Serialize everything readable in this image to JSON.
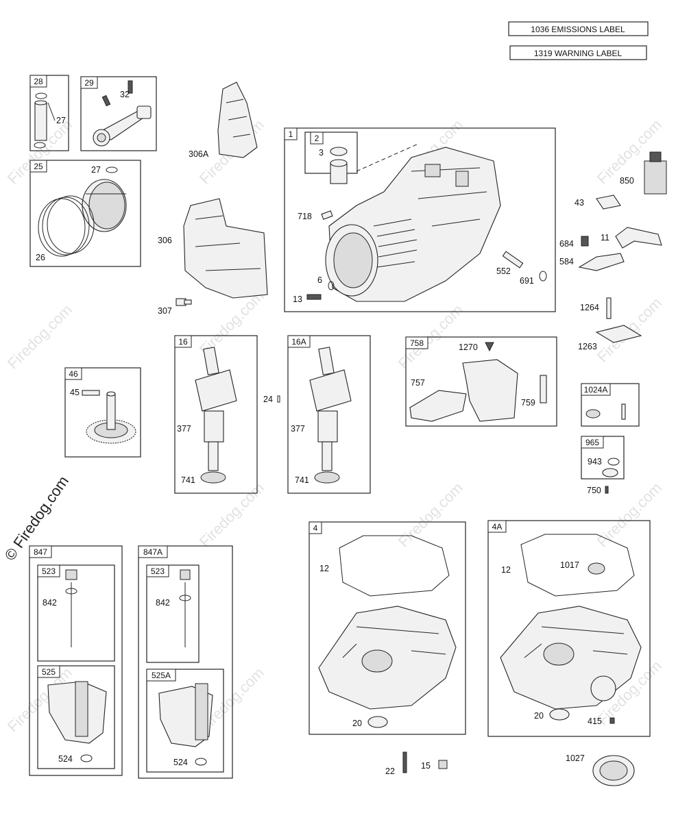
{
  "labels": {
    "emissions": "1036 EMISSIONS LABEL",
    "warning": "1319 WARNING LABEL"
  },
  "tags": {
    "t28": "28",
    "t29": "29",
    "t25": "25",
    "t1": "1",
    "t2": "2",
    "t46": "46",
    "t16": "16",
    "t16a": "16A",
    "t758": "758",
    "t1024a": "1024A",
    "t965": "965",
    "t847": "847",
    "t847a": "847A",
    "t523a": "523",
    "t523b": "523",
    "t525": "525",
    "t525a": "525A",
    "t4": "4",
    "t4a": "4A"
  },
  "parts": {
    "p27a": "27",
    "p32": "32",
    "p27b": "27",
    "p26": "26",
    "p306a": "306A",
    "p306": "306",
    "p307": "307",
    "p3": "3",
    "p718": "718",
    "p6": "6",
    "p13": "13",
    "p552": "552",
    "p691": "691",
    "p850": "850",
    "p43": "43",
    "p684": "684",
    "p11": "11",
    "p584": "584",
    "p1264": "1264",
    "p1263": "1263",
    "p45": "45",
    "p377a": "377",
    "p741a": "741",
    "p24": "24",
    "p377b": "377",
    "p741b": "741",
    "p1270": "1270",
    "p757": "757",
    "p759": "759",
    "p943": "943",
    "p750": "750",
    "p842a": "842",
    "p524a": "524",
    "p842b": "842",
    "p524b": "524",
    "p12a": "12",
    "p20a": "20",
    "p12b": "12",
    "p1017": "1017",
    "p20b": "20",
    "p415": "415",
    "p22": "22",
    "p15": "15",
    "p1027": "1027"
  },
  "watermark": {
    "text": "Firedog.com",
    "main": "© Firedog.com"
  },
  "icons": [
    "tube-icon",
    "crankshaft-icon",
    "piston-icon",
    "oil-pan-icon",
    "engine-block-icon"
  ]
}
